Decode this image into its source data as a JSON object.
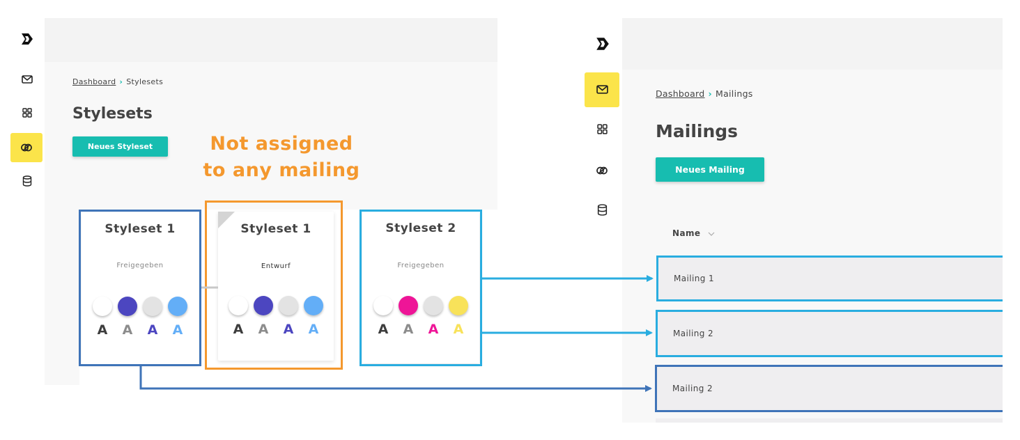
{
  "left_screen": {
    "breadcrumb": {
      "parent": "Dashboard",
      "current": "Stylesets"
    },
    "title": "Stylesets",
    "new_button": "Neues Styleset",
    "annotation": "Not assigned to any mailing",
    "cards": [
      {
        "title": "Styleset 1",
        "status": "Freigegeben",
        "swatches": [
          "#ffffff",
          "#4c46c0",
          "#e3e3e3",
          "#63aef7"
        ],
        "letters": [
          "A",
          "A",
          "A",
          "A"
        ],
        "letter_colors": [
          "#3d3d3d",
          "#8c8c8c",
          "#4c46c0",
          "#63aef7"
        ]
      },
      {
        "title": "Styleset 1",
        "status": "Entwurf",
        "swatches": [
          "#ffffff",
          "#4c46c0",
          "#e3e3e3",
          "#63aef7"
        ],
        "letters": [
          "A",
          "A",
          "A",
          "A"
        ],
        "letter_colors": [
          "#3d3d3d",
          "#8c8c8c",
          "#4c46c0",
          "#63aef7"
        ]
      },
      {
        "title": "Styleset 2",
        "status": "Freigegeben",
        "swatches": [
          "#ffffff",
          "#ee1597",
          "#e3e3e3",
          "#f8e25a"
        ],
        "letters": [
          "A",
          "A",
          "A",
          "A"
        ],
        "letter_colors": [
          "#3d3d3d",
          "#8c8c8c",
          "#ee1597",
          "#f8e25a"
        ]
      }
    ]
  },
  "right_screen": {
    "breadcrumb": {
      "parent": "Dashboard",
      "current": "Mailings"
    },
    "title": "Mailings",
    "new_button": "Neues Mailing",
    "column_header": "Name",
    "rows": [
      "Mailing 1",
      "Mailing 2",
      "Mailing 2"
    ]
  },
  "sidebar_icons": [
    "logo-icon",
    "mail-icon",
    "grid-icon",
    "styleset-icon",
    "database-icon"
  ],
  "colors": {
    "accent": "#17bdb0",
    "active_nav": "#fbe44a",
    "annotation": "#f4982e",
    "highlight_dark_blue": "#3f74b8",
    "highlight_light_blue": "#29ade0"
  }
}
